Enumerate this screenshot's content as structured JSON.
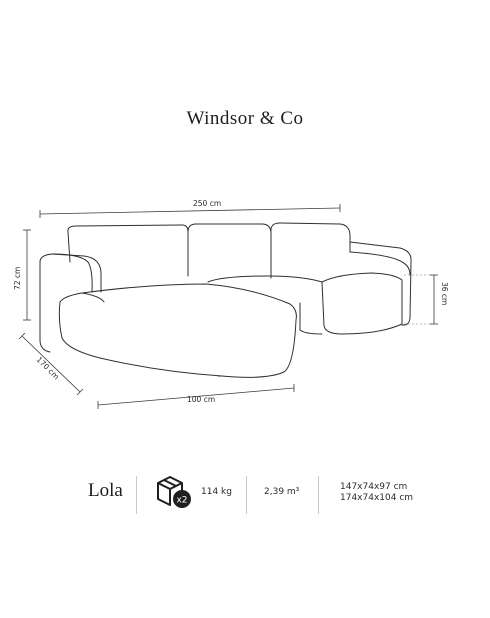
{
  "brand": {
    "name": "Windsor & Co"
  },
  "dimensions": {
    "width_total": "250 cm",
    "height": "72 cm",
    "depth": "170 cm",
    "chaise_width": "100 cm",
    "seat_height": "36 cm"
  },
  "product": {
    "name": "Lola",
    "package_count_label": "x2",
    "weight": "114 kg",
    "volume": "2,39 m³",
    "package_dims": [
      "147x74x97 cm",
      "174x74x104 cm"
    ]
  },
  "icons": {
    "package": "box-icon"
  }
}
